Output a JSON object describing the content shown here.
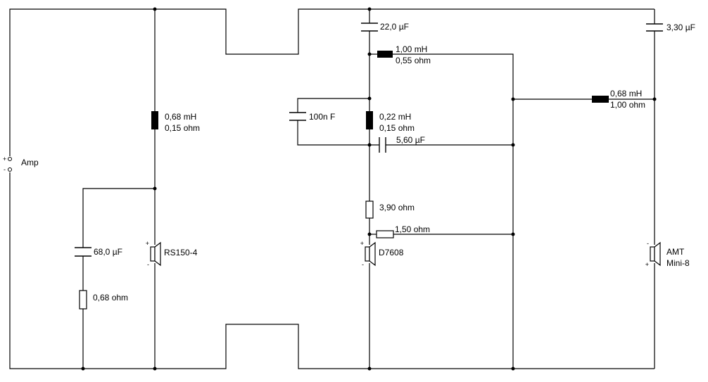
{
  "source": {
    "name": "Amp",
    "plus": "+",
    "minus": "-"
  },
  "woofer_branch": {
    "series_inductor": {
      "line1": "0,68 mH",
      "line2": "0,15 ohm"
    },
    "zobel_capacitor": "68,0 µF",
    "zobel_resistor": "0,68 ohm",
    "driver": "RS150-4"
  },
  "midrange_branch": {
    "series_capacitor": "22,0 µF",
    "inductor_a": {
      "line1": "1,00 mH",
      "line2": "0,55 ohm"
    },
    "bypass_capacitor": "100n F",
    "inductor_b": {
      "line1": "0,22 mH",
      "line2": "0,15 ohm"
    },
    "capacitor_b": "5,60 µF",
    "resistor_a": "3,90 ohm",
    "resistor_b": "1,50 ohm",
    "driver": "D7608"
  },
  "tweeter_branch": {
    "series_capacitor": "3,30 µF",
    "shunt_inductor": {
      "line1": "0,68 mH",
      "line2": "1,00 ohm"
    },
    "driver_line1": "AMT",
    "driver_line2": "Mini-8"
  },
  "speaker_polarity": {
    "plus": "+",
    "minus": "-"
  }
}
